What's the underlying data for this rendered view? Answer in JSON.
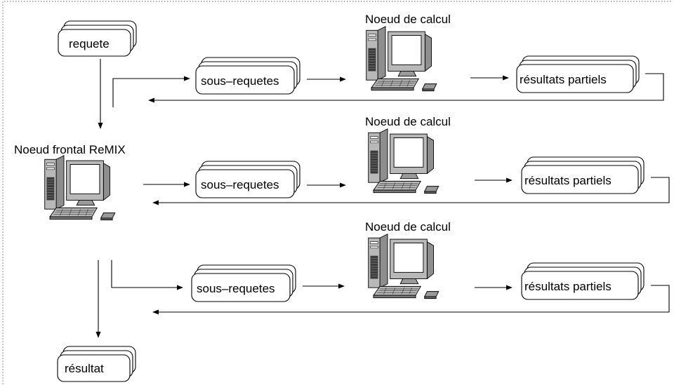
{
  "labels": {
    "requete": "requete",
    "frontal": "Noeud frontal ReMIX",
    "resultat": "résultat",
    "compute_node": "Noeud de calcul",
    "subqueries": "sous–requetes",
    "partial_results": "résultats partiels"
  },
  "rows": [
    {
      "node_label": "Noeud de calcul",
      "subquery_label": "sous–requetes",
      "partial_label": "résultats partiels"
    },
    {
      "node_label": "Noeud de calcul",
      "subquery_label": "sous–requetes",
      "partial_label": "résultats partiels"
    },
    {
      "node_label": "Noeud de calcul",
      "subquery_label": "sous–requetes",
      "partial_label": "résultats partiels"
    }
  ],
  "colors": {
    "line": "#000000",
    "paper": "#ffffff",
    "computer_body": "#b8b8b8",
    "screen": "#ffffff"
  },
  "icons": {
    "computer": "desktop-computer-icon",
    "document_stack": "document-stack-icon"
  }
}
